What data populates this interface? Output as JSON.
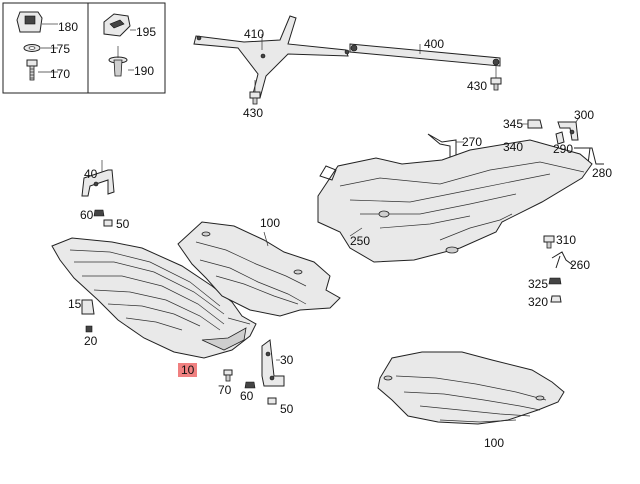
{
  "diagram": {
    "highlight_color": "#f08080",
    "labels": {
      "l180": "180",
      "l175": "175",
      "l170": "170",
      "l195": "195",
      "l190": "190",
      "l410": "410",
      "l430a": "430",
      "l400": "400",
      "l430b": "430",
      "l345": "345",
      "l300": "300",
      "l270": "270",
      "l340": "340",
      "l290": "290",
      "l280": "280",
      "l250": "250",
      "l310": "310",
      "l260": "260",
      "l325": "325",
      "l320": "320",
      "l40": "40",
      "l60a": "60",
      "l50a": "50",
      "l100a": "100",
      "l15": "15",
      "l20": "20",
      "l10": "10",
      "l30": "30",
      "l70": "70",
      "l60b": "60",
      "l50b": "50",
      "l100b": "100"
    }
  }
}
